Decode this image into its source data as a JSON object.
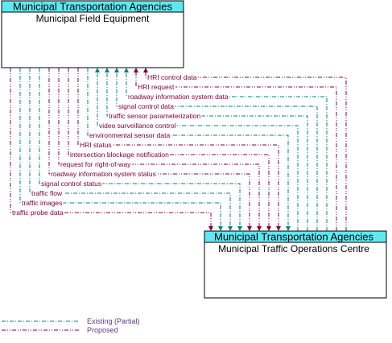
{
  "colors": {
    "header_fill": "#5fe8f0",
    "existing": "#008080",
    "proposed": "#800040",
    "label_text": "#800040",
    "legend_text": "#5a3a8a"
  },
  "top_box": {
    "header": "Municipal Transportation Agencies",
    "title": "Municipal Field Equipment"
  },
  "bottom_box": {
    "header": "Municipal Transportation Agencies",
    "title": "Municipal Traffic Operations Centre"
  },
  "flows": [
    {
      "label": "HRI control data",
      "status": "proposed",
      "direction": "to_field"
    },
    {
      "label": "HRI request",
      "status": "proposed",
      "direction": "to_field"
    },
    {
      "label": "roadway information system data",
      "status": "existing",
      "direction": "to_field"
    },
    {
      "label": "signal control data",
      "status": "existing",
      "direction": "to_field"
    },
    {
      "label": "traffic sensor parameterization",
      "status": "existing",
      "direction": "to_field"
    },
    {
      "label": "video surveillance control",
      "status": "existing",
      "direction": "to_field"
    },
    {
      "label": "environmental sensor data",
      "status": "existing",
      "direction": "to_center"
    },
    {
      "label": "HRI status",
      "status": "proposed",
      "direction": "to_center"
    },
    {
      "label": "intersection blockage notification",
      "status": "proposed",
      "direction": "to_center"
    },
    {
      "label": "request for right-of-way",
      "status": "proposed",
      "direction": "to_center"
    },
    {
      "label": "roadway information system status",
      "status": "proposed",
      "direction": "to_center"
    },
    {
      "label": "signal control status",
      "status": "existing",
      "direction": "to_center"
    },
    {
      "label": "traffic flow",
      "status": "existing",
      "direction": "to_center"
    },
    {
      "label": "traffic images",
      "status": "existing",
      "direction": "to_center"
    },
    {
      "label": "traffic probe data",
      "status": "proposed",
      "direction": "to_center"
    }
  ],
  "legend": {
    "existing_label": "Existing (Partial)",
    "proposed_label": "Proposed"
  }
}
